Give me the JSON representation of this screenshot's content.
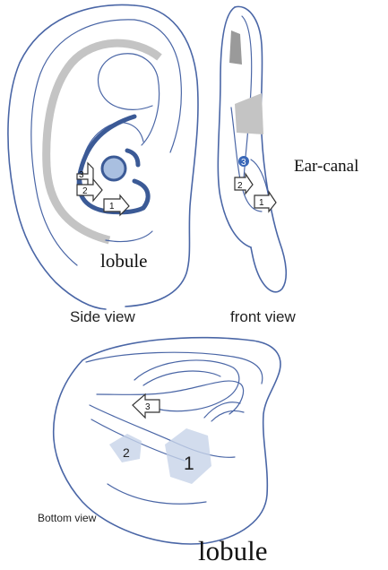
{
  "labels": {
    "side_lobule": "lobule",
    "ear_canal": "Ear-canal",
    "side_view": "Side view",
    "front_view": "front view",
    "bottom_view": "Bottom view",
    "bottom_lobule": "lobule"
  },
  "arrows": {
    "side": [
      "3",
      "2",
      "1"
    ],
    "front": [
      "3",
      "2",
      "1"
    ],
    "bottom_arrow": "3",
    "bottom_marks": [
      "2",
      "1"
    ]
  },
  "colors": {
    "outline": "#4a66a6",
    "path": "#3b5a96",
    "gray": "#c4c4c4",
    "canal_fill": "#a9bfe0"
  }
}
